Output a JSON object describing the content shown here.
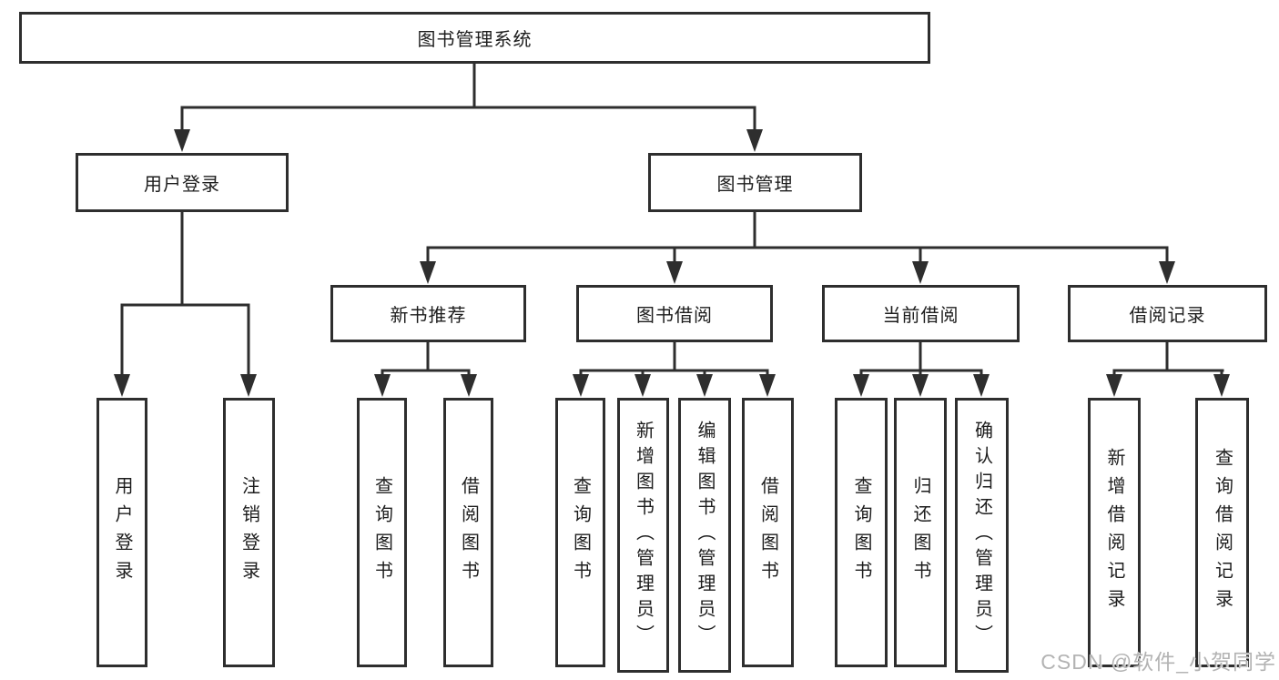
{
  "nodes": {
    "root": "图书管理系统",
    "user_login": "用户登录",
    "book_mgmt": "图书管理",
    "new_book_rec": "新书推荐",
    "book_borrow": "图书借阅",
    "current_borrow": "当前借阅",
    "borrow_records": "借阅记录",
    "leaf_user_login": "用户登录",
    "leaf_logout": "注销登录",
    "rec_query_book": "查询图书",
    "rec_borrow_book": "借阅图书",
    "bb_query_book": "查询图书",
    "bb_add_book": "新增图书（管理员）",
    "bb_edit_book": "编辑图书（管理员）",
    "bb_borrow_book": "借阅图书",
    "cb_query_book": "查询图书",
    "cb_return_book": "归还图书",
    "cb_confirm_return": "确认归还（管理员）",
    "br_add_record": "新增借阅记录",
    "br_query_record": "查询借阅记录"
  },
  "watermark": "CSDN @软件_小贺同学",
  "colors": {
    "line": "#2e2e2e",
    "text": "#1d1d1d",
    "watermark": "#b3b3b3",
    "background": "#ffffff"
  }
}
